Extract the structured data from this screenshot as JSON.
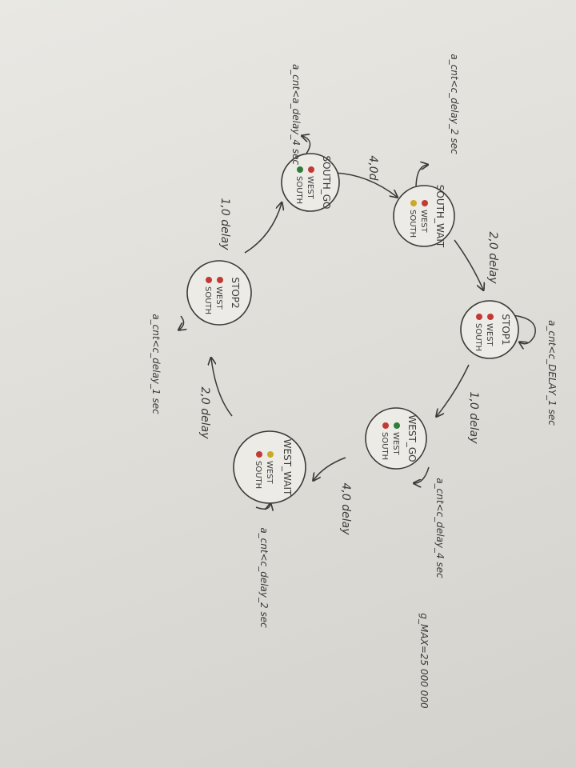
{
  "colors": {
    "red": "#c23a35",
    "yellow": "#c9a92a",
    "green": "#2f7d3a",
    "ink": "#3a3a3a"
  },
  "states": [
    {
      "name": "SOUTH_WAIT",
      "lights": [
        {
          "label": "WEST",
          "color": "red"
        },
        {
          "label": "SOUTH",
          "color": "yellow"
        }
      ]
    },
    {
      "name": "STOP1",
      "lights": [
        {
          "label": "WEST",
          "color": "red"
        },
        {
          "label": "SOUTH",
          "color": "red"
        }
      ]
    },
    {
      "name": "WEST_GO",
      "lights": [
        {
          "label": "WEST",
          "color": "green"
        },
        {
          "label": "SOUTH",
          "color": "red"
        }
      ]
    },
    {
      "name": "WEST_WAIT",
      "lights": [
        {
          "label": "WEST",
          "color": "yellow"
        },
        {
          "label": "SOUTH",
          "color": "red"
        }
      ]
    },
    {
      "name": "STOP2",
      "lights": [
        {
          "label": "WEST",
          "color": "red"
        },
        {
          "label": "SOUTH",
          "color": "red"
        }
      ]
    },
    {
      "name": "SOUTH_GO",
      "lights": [
        {
          "label": "WEST",
          "color": "red"
        },
        {
          "label": "SOUTH",
          "color": "green"
        }
      ]
    }
  ],
  "transitions": [
    {
      "label": "2,0 delay"
    },
    {
      "label": "1,0 delay"
    },
    {
      "label": "4,0 delay"
    },
    {
      "label": "2,0 delay"
    },
    {
      "label": "1,0 delay"
    },
    {
      "label": "4,0d"
    }
  ],
  "self_loops": [
    "a_cnt<c_DELAY_1 sec",
    "a_cnt<c_delay_4 sec",
    "a_cnt<c_delay_2 sec",
    "a_cnt<c_delay_1 sec",
    "a_cnt<a_delay_4 sec",
    "a_cnt<c_delay_2 sec"
  ],
  "constant": "g_MAX=25 000 000"
}
